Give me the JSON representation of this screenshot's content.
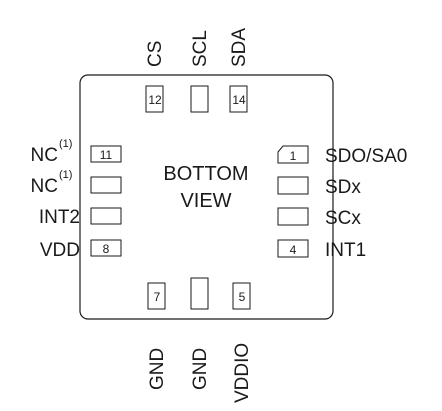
{
  "package_view": {
    "title_line1": "BOTTOM",
    "title_line2": "VIEW"
  },
  "pins": {
    "p1": {
      "number": "1",
      "name": "SDO/SA0"
    },
    "p2": {
      "number": "",
      "name": "SDx"
    },
    "p3": {
      "number": "",
      "name": "SCx"
    },
    "p4": {
      "number": "4",
      "name": "INT1"
    },
    "p5": {
      "number": "5",
      "name": "VDDIO"
    },
    "p6": {
      "number": "",
      "name": "GND"
    },
    "p7": {
      "number": "7",
      "name": "GND"
    },
    "p8": {
      "number": "8",
      "name": "VDD"
    },
    "p9": {
      "number": "",
      "name": "INT2"
    },
    "p10": {
      "number": "",
      "name": "NC",
      "note": "(1)"
    },
    "p11": {
      "number": "11",
      "name": "NC",
      "note": "(1)"
    },
    "p12": {
      "number": "12",
      "name": "CS"
    },
    "p13": {
      "number": "",
      "name": "SCL"
    },
    "p14": {
      "number": "14",
      "name": "SDA"
    }
  }
}
